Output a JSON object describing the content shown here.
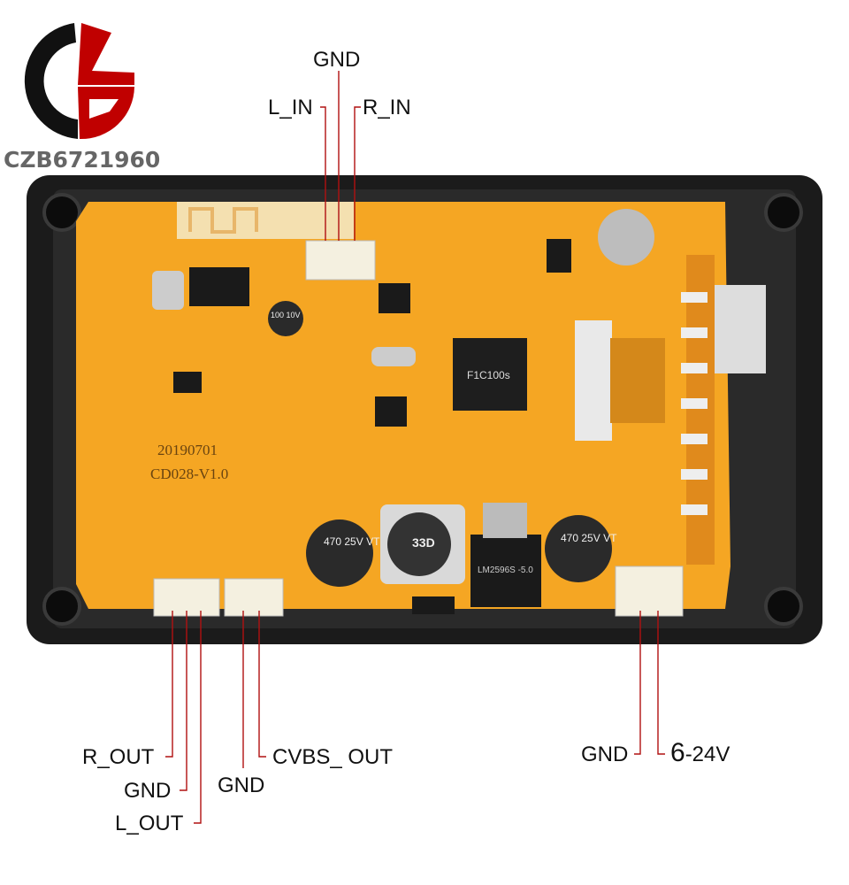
{
  "logo": {
    "text": "CZB6721960",
    "colors": {
      "black": "#111111",
      "red": "#c00000"
    }
  },
  "labels": {
    "top": {
      "gnd": "GND",
      "l_in": "L_IN",
      "r_in": "R_IN"
    },
    "bottom_left": {
      "r_out": "R_OUT",
      "gnd1": "GND",
      "l_out": "L_OUT",
      "gnd2": "GND",
      "cvbs_out": "CVBS_ OUT"
    },
    "bottom_right": {
      "gnd": "GND",
      "power_prefix": "6",
      "power_suffix": "-24V"
    }
  },
  "board": {
    "date_code": "20190701",
    "version": "CD028-V1.0",
    "chip": "F1C100s",
    "capacitor": [
      "470",
      "25V",
      "VT"
    ],
    "inductor": "33D",
    "regulator": "LM2596S -5.0",
    "small_cap": [
      "100",
      "10V"
    ],
    "colors": {
      "pcb": "#f5a623",
      "frame": "#1a1a1a",
      "leader_line": "#b01010"
    }
  }
}
